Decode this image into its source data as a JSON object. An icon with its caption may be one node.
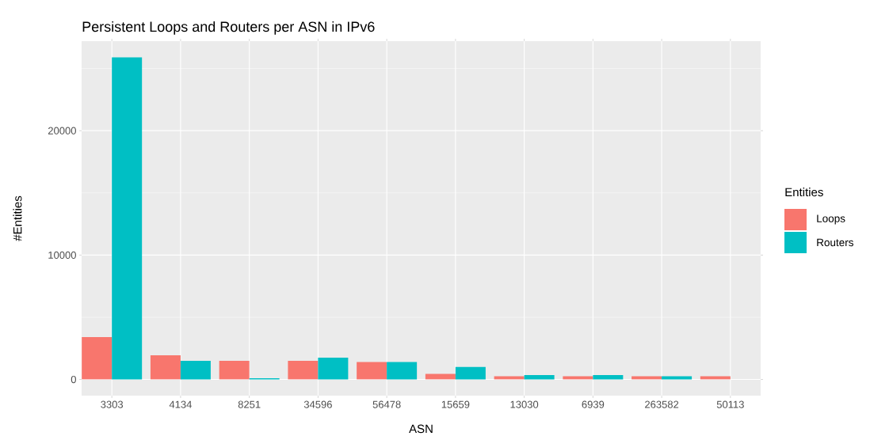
{
  "diagram": {
    "labels": [
      "Entities"
    ],
    "legend": [
      {
        "text": "Loops",
        "color": "#f8766d"
      },
      {
        "text": "Routers",
        "color": "#00bfc4"
      }
    ],
    "chart_data": {
      "type": "bar",
      "title": "Persistent Loops and Routers per ASN in IPv6",
      "xlabel": "ASN",
      "ylabel": "#Entities",
      "categories": [
        "3303",
        "4134",
        "8251",
        "34596",
        "56478",
        "15659",
        "13030",
        "6939",
        "263582",
        "50113"
      ],
      "series": [
        {
          "color": "#f8766d",
          "values": [
            3400,
            1950,
            1500,
            1500,
            1400,
            450,
            250,
            250,
            250,
            250
          ]
        },
        {
          "color": "#00bfc4",
          "values": [
            25900,
            1500,
            100,
            1750,
            1400,
            1000,
            350,
            350,
            250,
            null
          ]
        }
      ],
      "ylim": [
        -1300,
        27200
      ],
      "grid": true,
      "yticks": [
        0,
        10000,
        20000
      ]
    }
  }
}
